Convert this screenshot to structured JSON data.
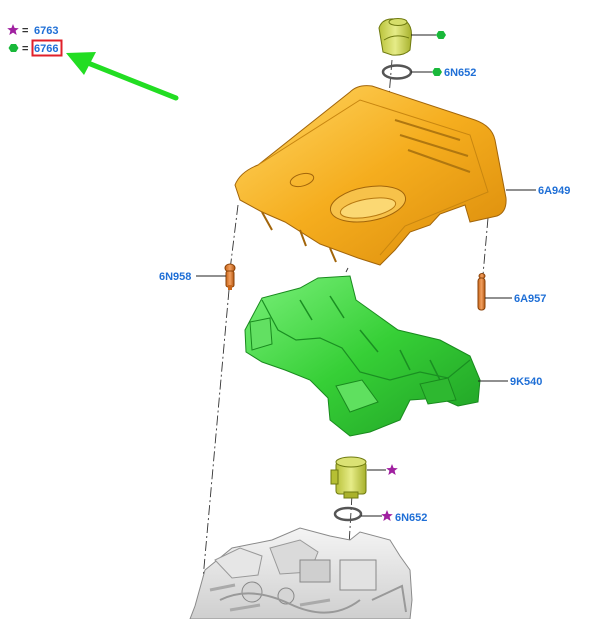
{
  "legend": {
    "star_item": {
      "eq": "=",
      "code": "6763"
    },
    "hex_item": {
      "eq": "=",
      "code": "6766"
    }
  },
  "parts": {
    "coupling_top_seal": "6N652",
    "engine_cover": "6A949",
    "pin_left": "6N958",
    "pin_right": "6A957",
    "insulator": "9K540",
    "coupling_bottom_seal": "6N652"
  },
  "colors": {
    "label_blue": "#1f6fd6",
    "hex_green": "#19b83a",
    "star_purple": "#a020a0",
    "arrow_green": "#22dd22",
    "highlight_red": "#e0202a",
    "cover_orange": "#f2a81d",
    "insulator_green": "#3ad13a",
    "coupling_yellow": "#c9d34a"
  }
}
